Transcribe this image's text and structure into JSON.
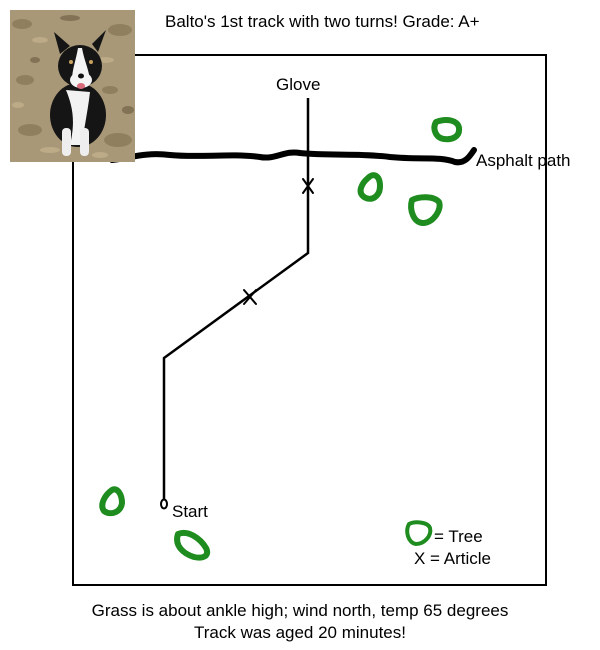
{
  "title": "Balto's 1st track with two turns!  Grade: A+",
  "labels": {
    "glove": "Glove",
    "path": "Asphalt path",
    "start": "Start"
  },
  "legend": {
    "tree": "= Tree",
    "article": "X = Article"
  },
  "footer": {
    "line1": "Grass is about ankle high; wind north, temp 65 degrees",
    "line2": "Track was aged 20 minutes!"
  },
  "article_marker": "X",
  "colors": {
    "tree": "#1e8c1e",
    "track": "#000000",
    "path": "#000000"
  },
  "icons": {
    "dog_photo": "border-collie-dog-photo",
    "tree": "tree-icon",
    "article": "article-x-icon"
  }
}
